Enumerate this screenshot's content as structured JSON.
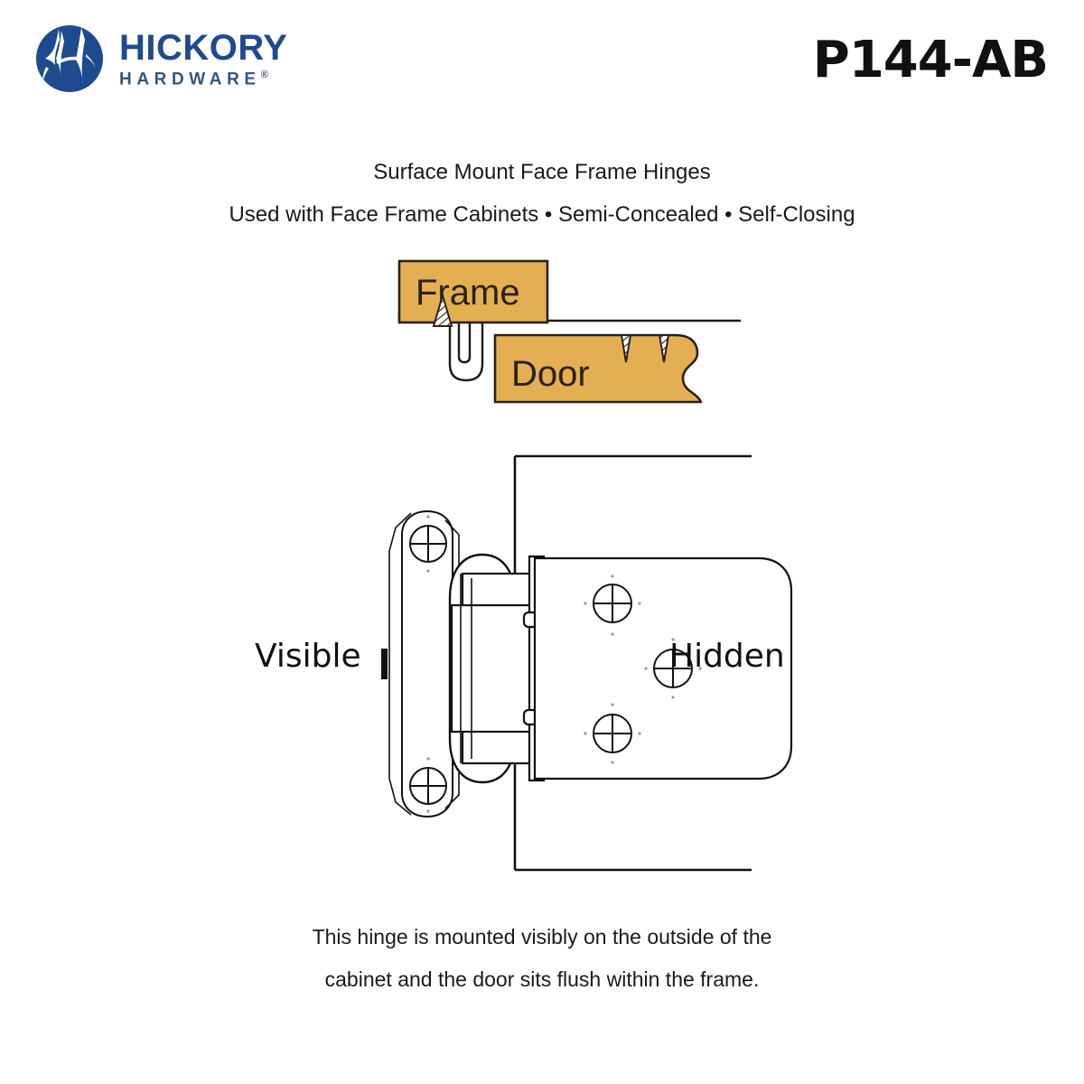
{
  "brand": {
    "logo_icon": "hickory-cracked-circle-logo",
    "name_main": "HICKORY",
    "name_sub": "HARDWARE",
    "registered_mark": "®",
    "logo_color": "#1f4b8e"
  },
  "header": {
    "part_number": "P144-AB"
  },
  "description": {
    "line1": "Surface Mount Face Frame Hinges",
    "line2": "Used with Face Frame Cabinets • Semi-Concealed • Self-Closing"
  },
  "frame_door_diagram": {
    "frame_label": "Frame",
    "door_label": "Door",
    "wood_fill": "#E3AF52",
    "outline_color": "#2b2118",
    "screw_icon": "striped-screw-triangle",
    "hinge_icon": "wrap-around-hinge-profile"
  },
  "hinge_drawing": {
    "visible_label": "Visible",
    "hidden_label": "Hidden",
    "line_color": "#111111",
    "screw_icon": "crosshair-screw-hole",
    "cabinet_outline_icon": "cabinet-frame-outline",
    "mounting_plate_icon": "hinge-mounting-plate",
    "leaf_icon": "hinge-leaf"
  },
  "caption": {
    "line1": "This hinge is mounted visibly on the outside of the",
    "line2": "cabinet and the door sits flush within the frame."
  }
}
